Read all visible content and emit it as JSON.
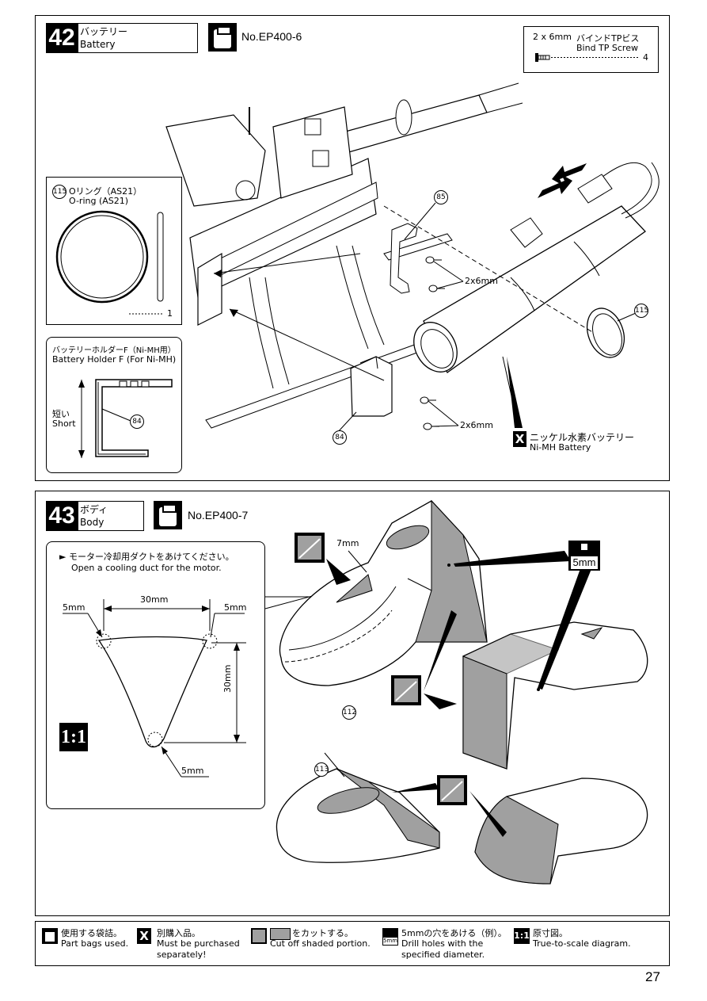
{
  "step42": {
    "number": "42",
    "title_jp": "バッテリー",
    "title_en": "Battery",
    "bag_code": "No.EP400-6",
    "screw": {
      "size_jp": "2 x 6mm",
      "name_jp": "バインドTPビス",
      "name_en": "Bind TP Screw",
      "qty": "4"
    },
    "oring": {
      "num": "115",
      "label_jp": "Oリング（AS21）",
      "label_en": "O-ring (AS21)",
      "qty": "1"
    },
    "holder": {
      "label_jp": "バッテリーホルダーF（Ni-MH用）",
      "label_en": "Battery Holder F (For Ni-MH)",
      "short_jp": "短い",
      "short_en": "Short",
      "num": "84"
    },
    "callouts": {
      "n85": "85",
      "n84": "84",
      "n115": "115",
      "screw1": "2x6mm",
      "screw2": "2x6mm"
    },
    "battery": {
      "label_jp": "ニッケル水素バッテリー",
      "label_en": "Ni-MH Battery",
      "icon": "X"
    }
  },
  "step43": {
    "number": "43",
    "title_jp": "ボディ",
    "title_en": "Body",
    "bag_code": "No.EP400-7",
    "instruction_jp": "► モーター冷却用ダクトをあけてください。",
    "instruction_en": "Open a cooling duct for the motor.",
    "dims": {
      "top": "30mm",
      "side": "30mm",
      "r_left": "5mm",
      "r_right": "5mm",
      "r_bottom": "5mm",
      "hole": "7mm",
      "drill": "5mm"
    },
    "scale_icon": "1:1",
    "parts": {
      "n112": "112",
      "n113": "113"
    }
  },
  "legend": [
    {
      "icon": "bag-icon",
      "jp": "使用する袋詰。",
      "en": "Part bags used."
    },
    {
      "icon": "x-icon",
      "jp": "別購入品。",
      "en": "Must be purchased separately!"
    },
    {
      "icon": "cut-icon",
      "jp": "をカットする。",
      "en": "Cut off shaded portion."
    },
    {
      "icon": "drill-icon",
      "jp": "5mmの穴をあける（例）。",
      "en": "Drill holes with the specified diameter."
    },
    {
      "icon": "scale-icon",
      "jp": "原寸図。",
      "en": "True-to-scale diagram."
    }
  ],
  "legend_drill_icon_text": "5mm",
  "legend_scale_icon_text": "1:1",
  "legend_x_icon_text": "X",
  "page_number": "27",
  "colors": {
    "shade": "#a0a0a0",
    "ink": "#000000"
  }
}
